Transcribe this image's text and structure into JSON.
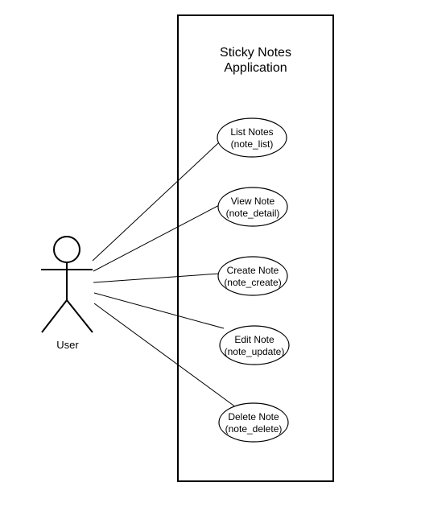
{
  "system": {
    "title_line1": "Sticky Notes",
    "title_line2": "Application"
  },
  "actor": {
    "label": "User"
  },
  "use_cases": [
    {
      "line1": "List Notes",
      "line2": "(note_list)"
    },
    {
      "line1": "View Note",
      "line2": "(note_detail)"
    },
    {
      "line1": "Create Note",
      "line2": "(note_create)"
    },
    {
      "line1": "Edit Note",
      "line2": "(note_update)"
    },
    {
      "line1": "Delete Note",
      "line2": "(note_delete)"
    }
  ]
}
